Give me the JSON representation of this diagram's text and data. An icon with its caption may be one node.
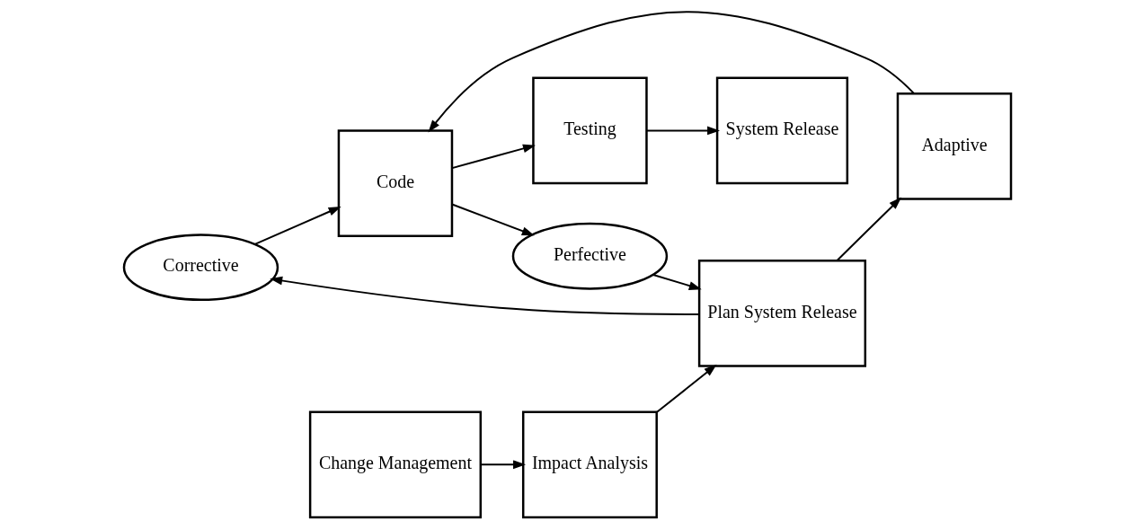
{
  "diagram": {
    "nodes": [
      {
        "text": [
          "Corrective"
        ]
      },
      {
        "text": [
          "Change Management"
        ]
      },
      {
        "text": [
          "Impact Analysis"
        ]
      },
      {
        "text": [
          "Plan System Release"
        ]
      },
      {
        "text": [
          "Adaptive"
        ]
      },
      {
        "text": [
          "Code"
        ]
      },
      {
        "text": [
          "Testing"
        ]
      },
      {
        "text": [
          "System Release"
        ]
      },
      {
        "text": [
          "Perfective"
        ]
      }
    ],
    "edges": [
      {
        "from": 1,
        "to": 2,
        "arrow": "to"
      },
      {
        "from": 2,
        "to": 3,
        "arrow": "to"
      },
      {
        "from": 3,
        "to": 0,
        "arrow": "to"
      },
      {
        "from": 0,
        "to": 5,
        "arrow": "to"
      },
      {
        "from": 3,
        "to": 4,
        "arrow": "to"
      },
      {
        "from": 4,
        "to": 5,
        "arrow": "to"
      },
      {
        "from": 5,
        "to": 6,
        "arrow": "to"
      },
      {
        "from": 6,
        "to": 7,
        "arrow": "to"
      },
      {
        "from": 5,
        "to": 8,
        "arrow": "to"
      },
      {
        "from": 8,
        "to": 3,
        "arrow": "to"
      }
    ]
  }
}
